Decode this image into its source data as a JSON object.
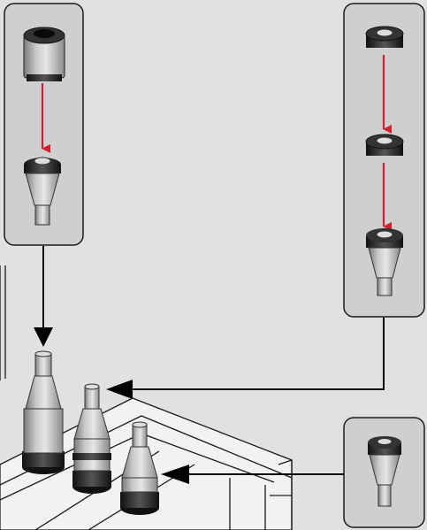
{
  "diagram": {
    "background_color": "#e1e1e1",
    "panel_color": "#cfcfcf",
    "panel_border_color": "#1a1a1a",
    "arrow_color_red": "#d42030",
    "arrow_color_black": "#000000",
    "panels": [
      {
        "id": "panel-left",
        "parts": [
          "spacer-ring",
          "tapered-nozzle"
        ],
        "arrows": "red-down"
      },
      {
        "id": "panel-right-top",
        "parts": [
          "spacer-ring",
          "spacer-ring",
          "tapered-nozzle"
        ],
        "arrows": "red-down"
      },
      {
        "id": "panel-right-bottom",
        "parts": [
          "tapered-nozzle"
        ],
        "arrows": "none"
      }
    ],
    "assembly": {
      "parts": [
        "tall-nozzle-stack",
        "medium-nozzle-stack",
        "short-nozzle-stack"
      ]
    },
    "connectors": [
      {
        "from": "panel-left",
        "to": "tall-nozzle-stack"
      },
      {
        "from": "panel-right-top",
        "to": "medium-nozzle-stack"
      },
      {
        "from": "panel-right-bottom",
        "to": "short-nozzle-stack"
      }
    ]
  }
}
